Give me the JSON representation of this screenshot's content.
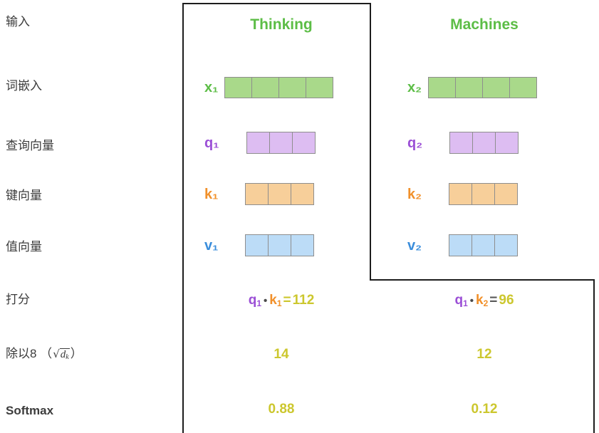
{
  "figure": {
    "title_row_labels": [
      {
        "text": "输入",
        "bold": false
      },
      {
        "text": "词嵌入",
        "bold": false
      },
      {
        "text": "查询向量",
        "bold": false
      },
      {
        "text": "键向量",
        "bold": false
      },
      {
        "text": "值向量",
        "bold": false
      },
      {
        "text": "打分",
        "bold": false
      },
      {
        "text": "除以8（",
        "bold": false
      },
      {
        "text": "Softmax",
        "bold": true
      }
    ],
    "divide_label": {
      "prefix": "除以8 （",
      "radical": "√",
      "variable": "d",
      "subscript": "k",
      "suffix": "）"
    }
  },
  "columns": [
    {
      "header": "Thinking",
      "index": 1
    },
    {
      "header": "Machines",
      "index": 2
    }
  ],
  "vectors": {
    "embedding": {
      "label_base": "x",
      "cells": 4,
      "fill": "#a9d98a",
      "stroke": "#8e8e8e",
      "label_color": "#5cbd46",
      "tags": [
        "x₁",
        "x₂"
      ]
    },
    "query": {
      "label_base": "q",
      "cells": 3,
      "fill": "#ddbdf2",
      "stroke": "#8e8e8e",
      "label_color": "#9b4fd6",
      "tags": [
        "q₁",
        "q₂"
      ]
    },
    "key": {
      "label_base": "k",
      "cells": 3,
      "fill": "#f7cf9a",
      "stroke": "#8e8e8e",
      "label_color": "#f1902a",
      "tags": [
        "k₁",
        "k₂"
      ]
    },
    "value": {
      "label_base": "v",
      "cells": 3,
      "fill": "#bcdcf7",
      "stroke": "#8e8e8e",
      "label_color": "#3a8ddb",
      "tags": [
        "v₁",
        "v₂"
      ]
    }
  },
  "scores": [
    {
      "q_label": "q",
      "q_sub": "1",
      "dot": "•",
      "k_label": "k",
      "k_sub": "1",
      "equals": "=",
      "result": "112"
    },
    {
      "q_label": "q",
      "q_sub": "1",
      "dot": "•",
      "k_label": "k",
      "k_sub": "2",
      "equals": "=",
      "result": "96"
    }
  ],
  "divided": [
    "14",
    "12"
  ],
  "softmax": [
    "0.88",
    "0.12"
  ],
  "colors": {
    "green": "#5cbd46",
    "purple": "#9b4fd6",
    "orange": "#f1902a",
    "blue": "#3a8ddb",
    "olive": "#ccc72e",
    "equals_gray": "#5a5a5a",
    "text_dark": "#3c3c3c",
    "outline": "#1d1d1d"
  }
}
